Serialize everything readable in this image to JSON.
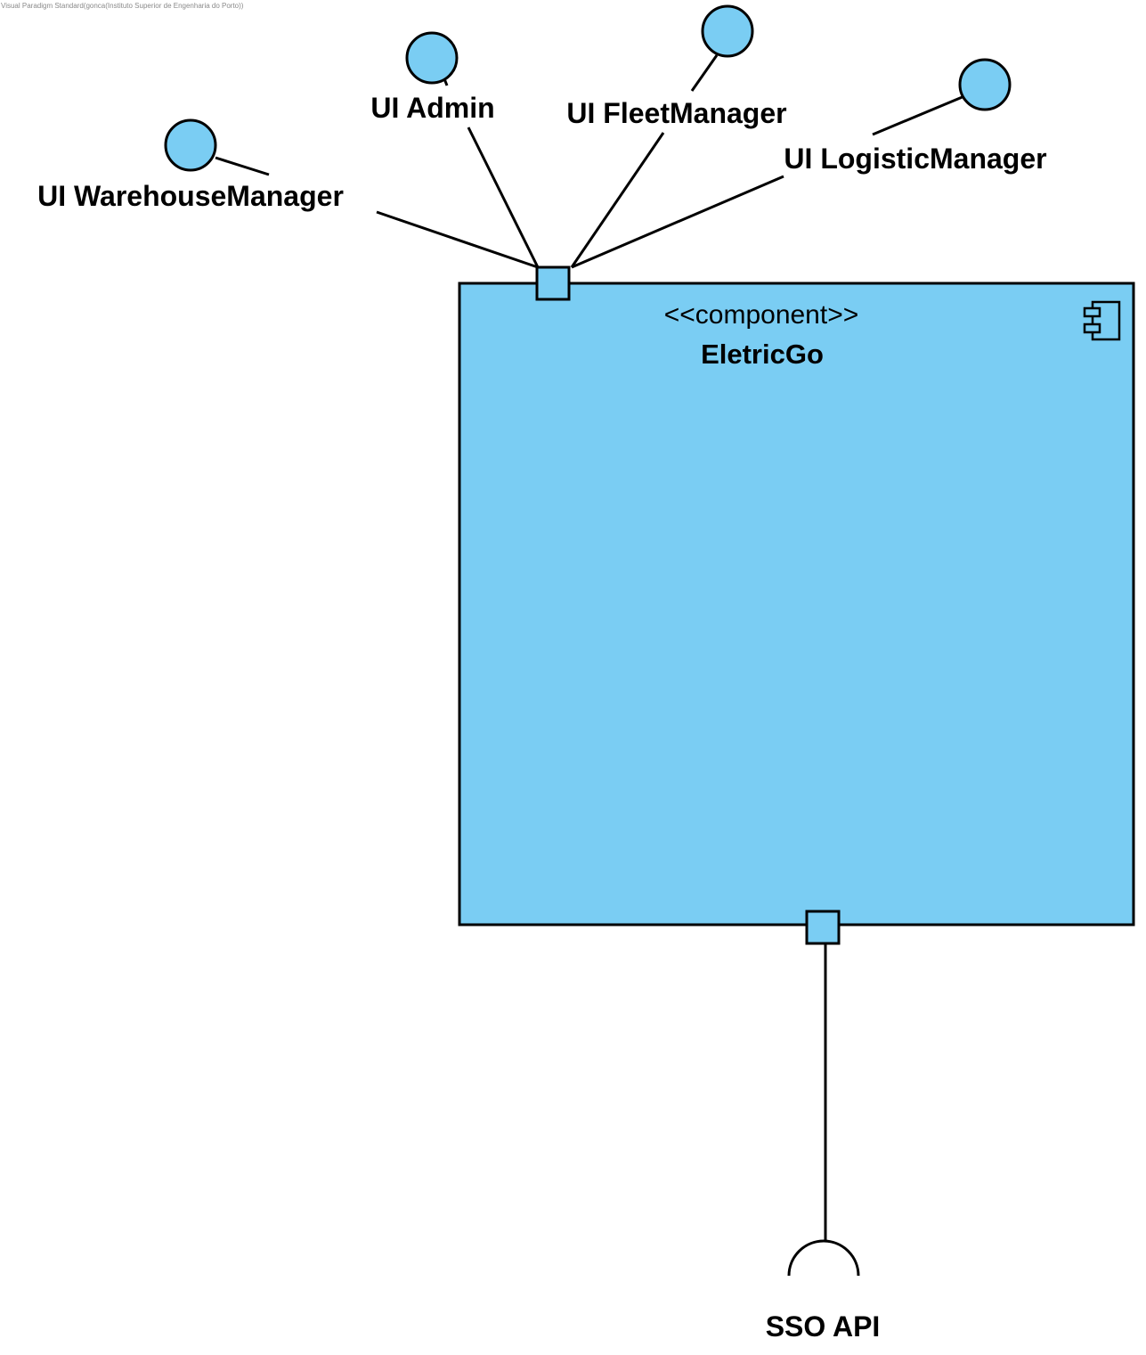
{
  "watermark": "Visual Paradigm Standard(gonca(Instituto Superior de Engenharia do Porto))",
  "component": {
    "stereotype": "<<component>>",
    "name": "EletricGo",
    "fill": "#7acdf3"
  },
  "provided_interfaces": [
    {
      "label": "UI WarehouseManager"
    },
    {
      "label": "UI Admin"
    },
    {
      "label": "UI FleetManager"
    },
    {
      "label": "UI LogisticManager"
    }
  ],
  "required_interface": {
    "label": "SSO API"
  },
  "icons": [
    "component-icon"
  ]
}
